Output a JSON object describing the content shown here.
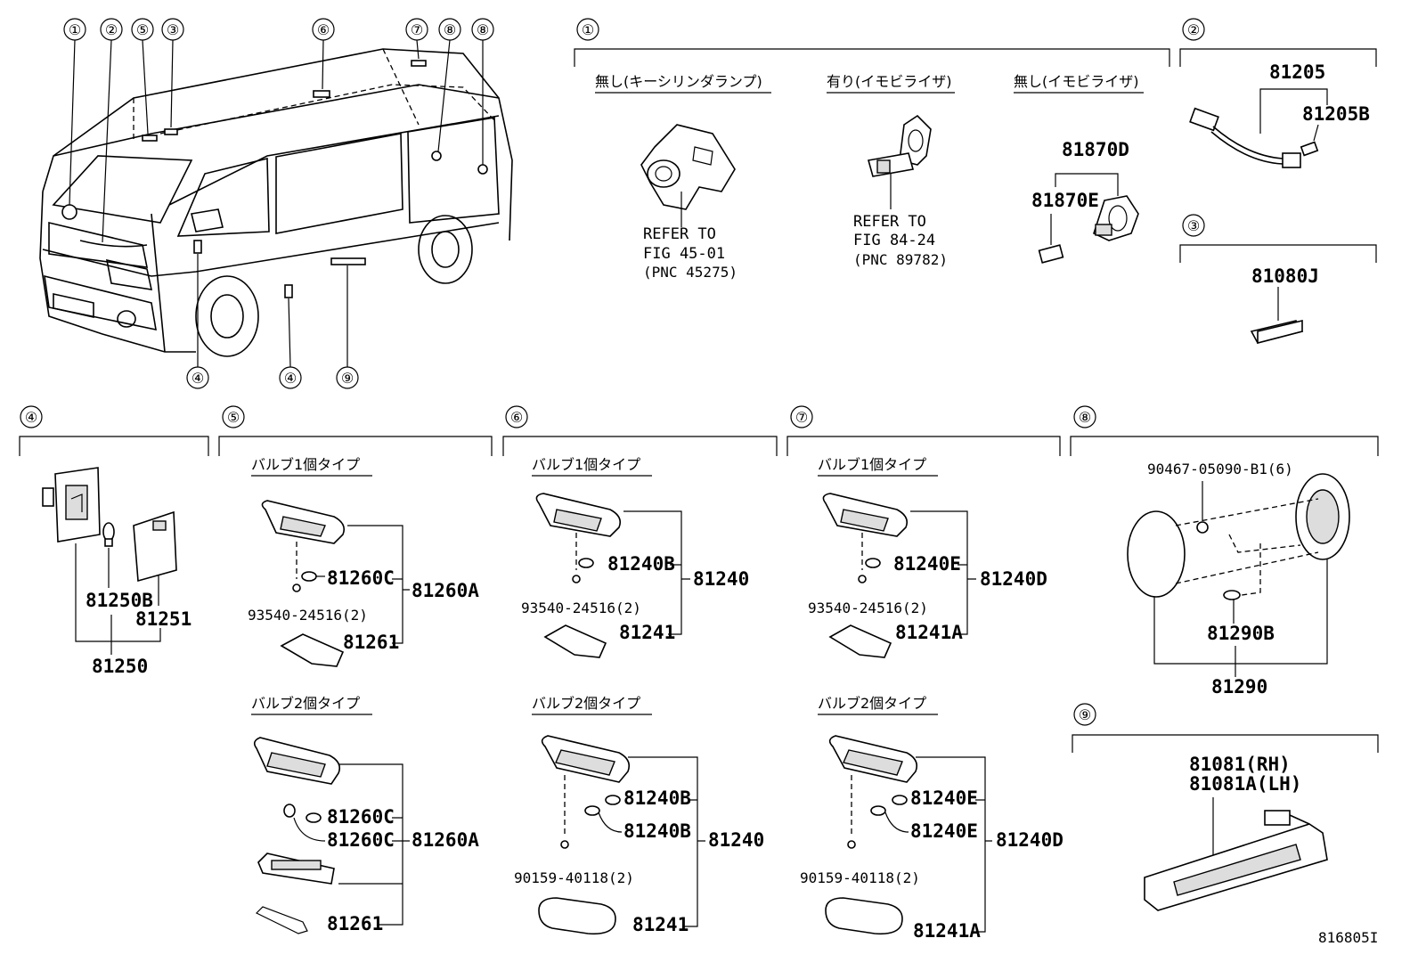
{
  "figure_code": "816805I",
  "callouts": [
    "①",
    "②",
    "③",
    "④",
    "⑤",
    "⑥",
    "⑦",
    "⑧",
    "⑨"
  ],
  "overview_callouts": {
    "top": [
      "①",
      "②",
      "⑤",
      "③",
      "⑥",
      "⑦",
      "⑧",
      "⑧"
    ],
    "bottom": [
      "④",
      "④",
      "⑨"
    ]
  },
  "sec1": {
    "opt_a": "無し(キーシリンダランプ)",
    "opt_b": "有り(イモビライザ)",
    "opt_c": "無し(イモビライザ)",
    "ref_a": [
      "REFER TO",
      "FIG 45-01",
      "(PNC 45275)"
    ],
    "ref_b": [
      "REFER TO",
      "FIG 84-24",
      "(PNC 89782)"
    ],
    "part_d": "81870D",
    "part_e": "81870E"
  },
  "sec2": {
    "main": "81205",
    "sub": "81205B"
  },
  "sec3": {
    "main": "81080J"
  },
  "sec4": {
    "b": "81250B",
    "c": "81251",
    "main": "81250"
  },
  "bulb1": "バルブ1個タイプ",
  "bulb2": "バルブ2個タイプ",
  "sec5": {
    "bulb": "81260C",
    "main": "81260A",
    "screw": "93540-24516(2)",
    "lens": "81261"
  },
  "sec6": {
    "bulb": "81240B",
    "main": "81240",
    "screw1": "93540-24516(2)",
    "lens": "81241",
    "screw2": "90159-40118(2)"
  },
  "sec7": {
    "bulb": "81240E",
    "main": "81240D",
    "screw1": "93540-24516(2)",
    "lens": "81241A",
    "screw2": "90159-40118(2)"
  },
  "sec8": {
    "screw": "90467-05090-B1(6)",
    "bulb": "81290B",
    "main": "81290"
  },
  "sec9": {
    "rh": "81081(RH)",
    "lh": "81081A(LH)"
  }
}
